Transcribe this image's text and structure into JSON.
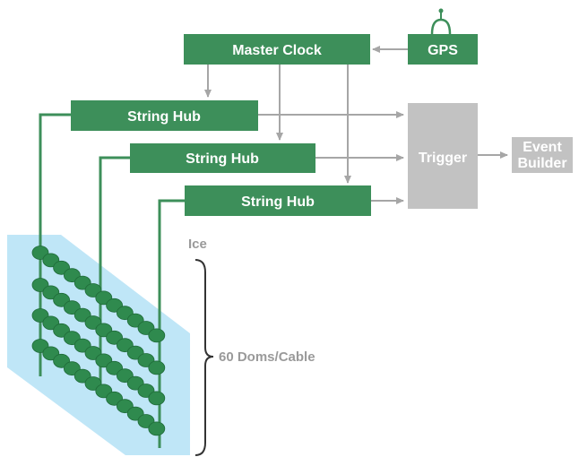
{
  "labels": {
    "master_clock": "Master Clock",
    "gps": "GPS",
    "string_hub_1": "String Hub",
    "string_hub_2": "String Hub",
    "string_hub_3": "String Hub",
    "trigger": "Trigger",
    "event_builder_line1": "Event",
    "event_builder_line2": "Builder",
    "ice": "Ice",
    "doms_per_cable": "60 Doms/Cable"
  },
  "colors": {
    "hub_green": "#3d8f5a",
    "trigger_gray": "#c2c2c2",
    "ice_blue": "#bfe6f7",
    "arrow_gray": "#a6a6a6"
  }
}
